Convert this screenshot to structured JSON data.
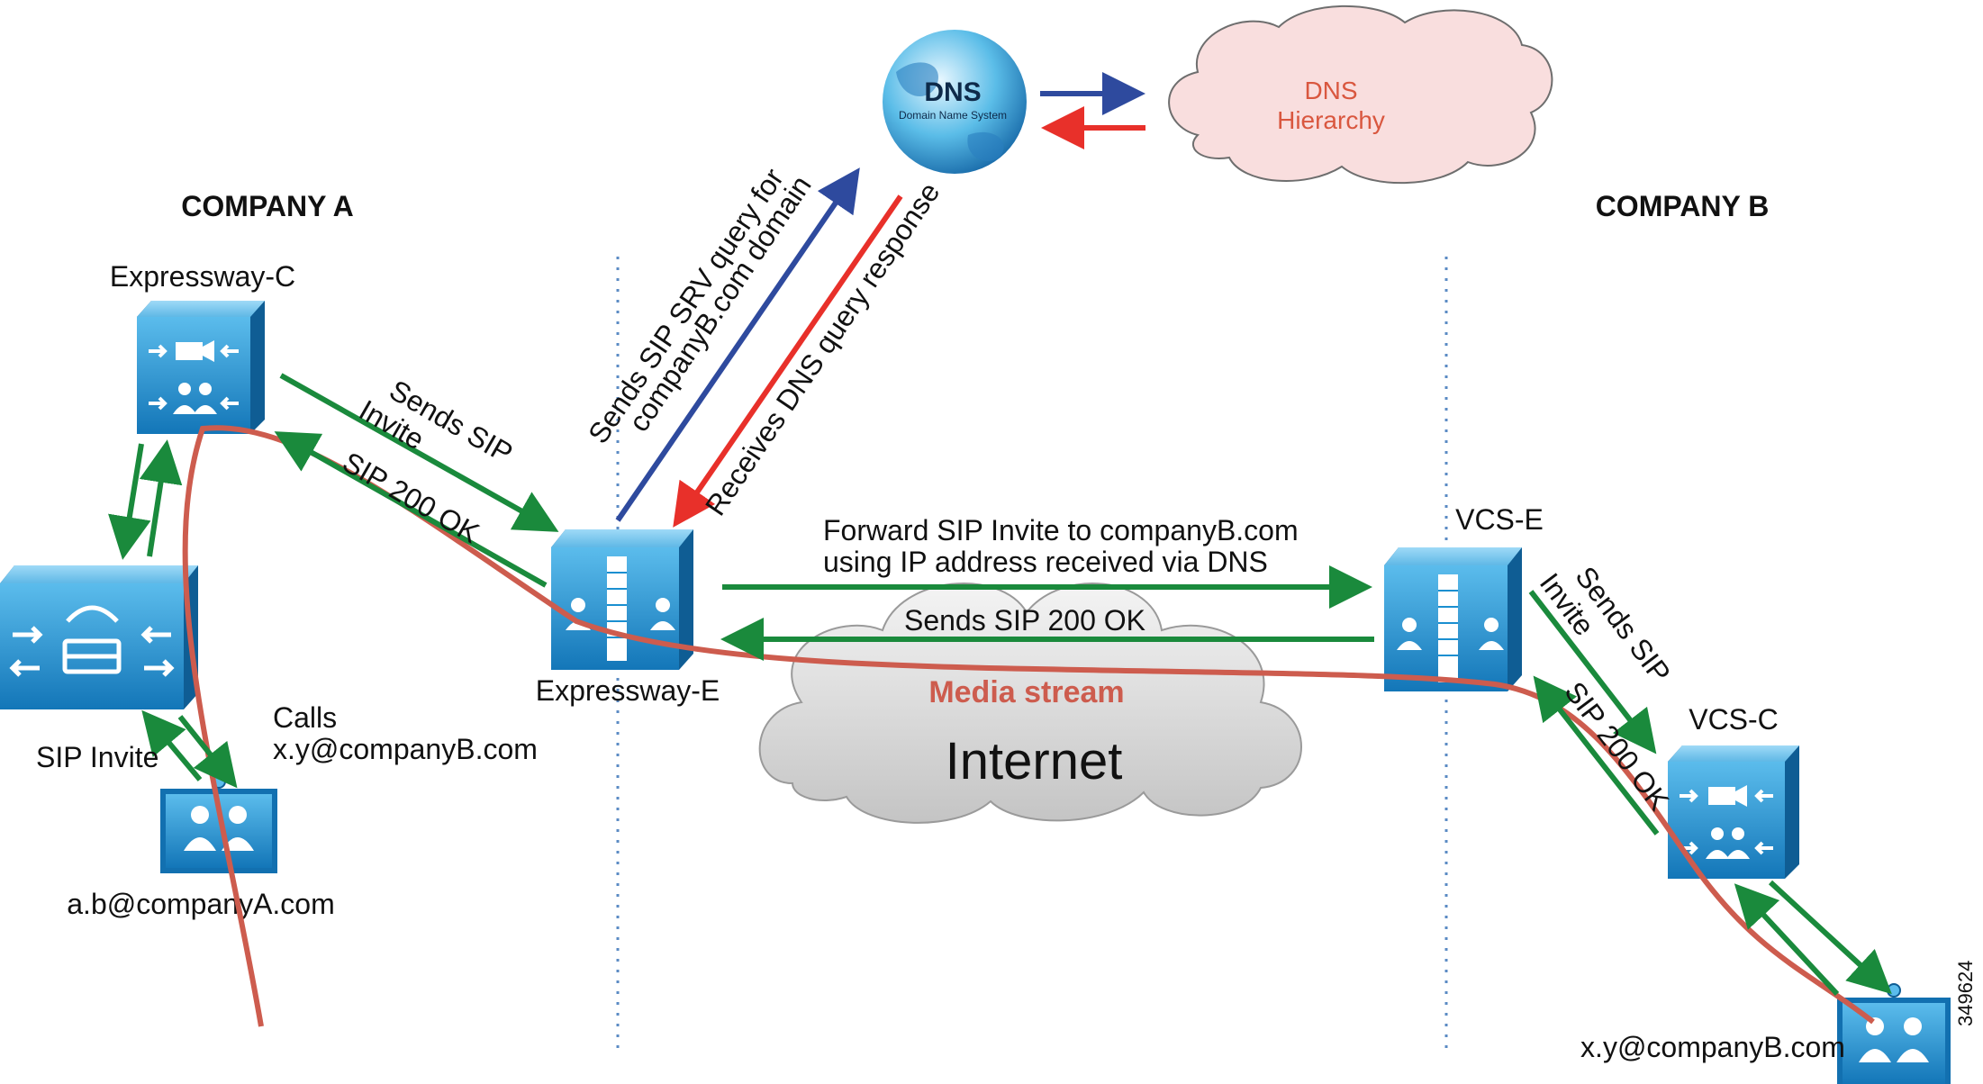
{
  "companies": {
    "a": "COMPANY A",
    "b": "COMPANY B"
  },
  "dns": {
    "title": "DNS",
    "subtitle": "Domain Name System"
  },
  "dns_hierarchy": {
    "line1": "DNS",
    "line2": "Hierarchy"
  },
  "devices": {
    "expressway_c": "Expressway-C",
    "expressway_e": "Expressway-E",
    "vcs_e": "VCS-E",
    "vcs_c": "VCS-C",
    "endpoint_a": "a.b@companyA.com",
    "endpoint_b": "x.y@companyB.com"
  },
  "labels": {
    "sip_invite": "SIP Invite",
    "calls_1": "Calls",
    "calls_2": "x.y@companyB.com",
    "sends_sip_invite_a_1": "Sends SIP",
    "sends_sip_invite_a_2": "Invite",
    "sip_200_ok_a": "SIP 200 OK",
    "srv_query_1": "Sends SIP SRV query for",
    "srv_query_2": "companyB.com domain",
    "dns_response": "Receives DNS query response",
    "forward_1": "Forward SIP Invite to companyB.com",
    "forward_2": "using IP address received via DNS",
    "sends_200_ok": "Sends SIP 200 OK",
    "sends_sip_invite_b_1": "Sends SIP",
    "sends_sip_invite_b_2": "Invite",
    "sip_200_ok_b": "SIP 200 OK",
    "media_stream": "Media stream",
    "internet": "Internet",
    "figure_id": "349624"
  },
  "colors": {
    "green_arrow": "#1a8a3c",
    "blue_arrow": "#2e4a9e",
    "red_arrow": "#e8302a",
    "media_stream": "#cd5c4e",
    "device_blue": "#1f8fd0",
    "dns_hierarchy_text": "#d9573f",
    "cloud_pink": "#f9dede"
  },
  "icons": [
    "conference-bridge-icon",
    "firewall-icon",
    "call-manager-icon",
    "endpoint-icon",
    "dns-globe-icon"
  ]
}
